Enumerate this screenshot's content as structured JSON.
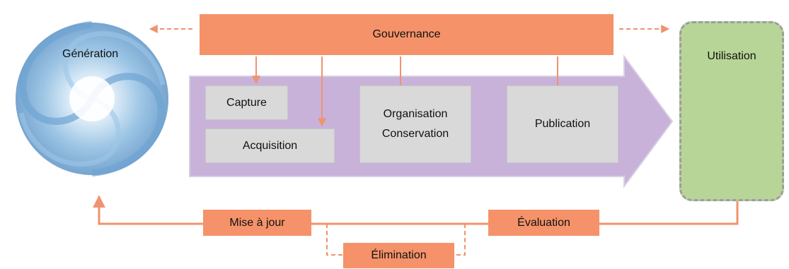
{
  "nodes": {
    "generation": "Génération",
    "governance": "Gouvernance",
    "utilisation": "Utilisation",
    "capture": "Capture",
    "acquisition": "Acquisition",
    "organisation": "Organisation",
    "conservation": "Conservation",
    "publication": "Publication",
    "mise_a_jour": "Mise à jour",
    "evaluation": "Évaluation",
    "elimination": "Élimination"
  },
  "colors": {
    "orange": "#f5926a",
    "orange_line": "#f0936e",
    "purple": "#c8b2da",
    "grey_box": "#d9d9d9",
    "green": "#b8d598",
    "swirl": "#7fb0d8"
  }
}
